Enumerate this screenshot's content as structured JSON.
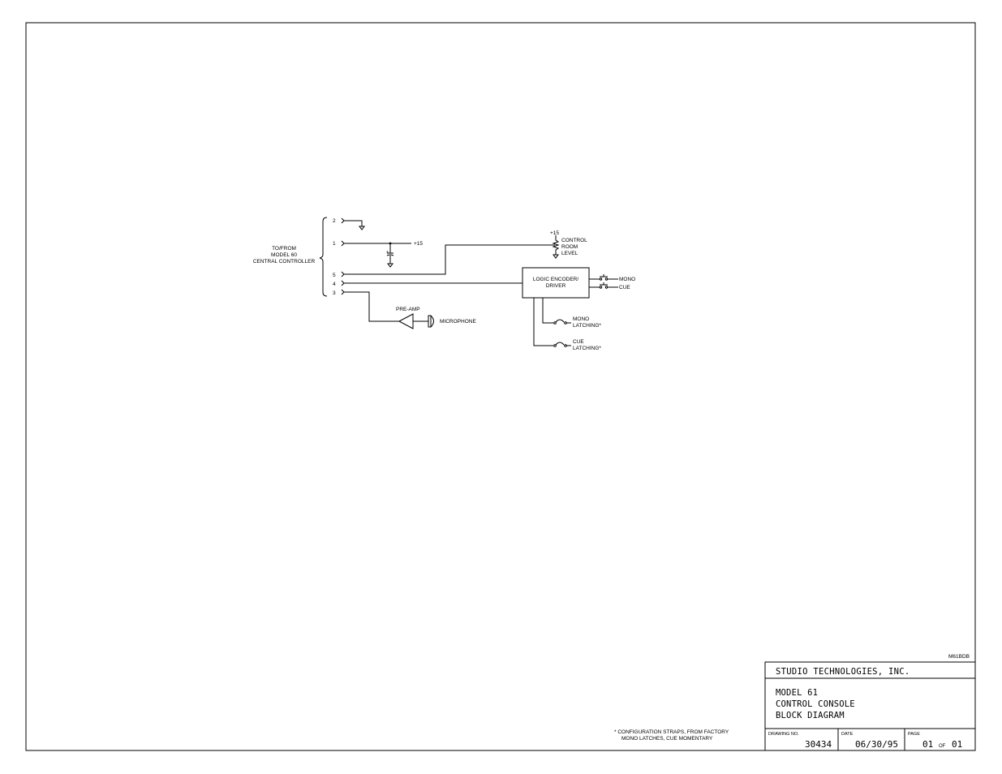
{
  "connector": {
    "label_lines": [
      "TO/FROM",
      "MODEL 60",
      "CENTRAL CONTROLLER"
    ],
    "pins": [
      "2",
      "1",
      "5",
      "4",
      "3"
    ]
  },
  "power": {
    "plus15_a": "+15",
    "plus15_b": "+15"
  },
  "control_room_level": [
    "CONTROL",
    "ROOM",
    "LEVEL"
  ],
  "logic_block": [
    "LOGIC ENCODER/",
    "DRIVER"
  ],
  "switches": {
    "mono": "MONO",
    "cue": "CUE"
  },
  "latching": {
    "mono": [
      "MONO",
      "LATCHING*"
    ],
    "cue": [
      "CUE",
      "LATCHING*"
    ]
  },
  "preamp": "PRE-AMP",
  "microphone": "MICROPHONE",
  "footnote": [
    "* CONFIGURATION STRAPS, FROM FACTORY",
    "MONO LATCHES, CUE MOMENTARY"
  ],
  "sheet_code": "M61BDB",
  "title_block": {
    "company": "STUDIO TECHNOLOGIES, INC.",
    "title_lines": [
      "MODEL 61",
      "CONTROL CONSOLE",
      "BLOCK DIAGRAM"
    ],
    "drawing_no_label": "DRAWING NO.",
    "drawing_no": "30434",
    "date_label": "DATE",
    "date": "06/30/95",
    "page_label": "PAGE",
    "page": "01",
    "of_label": "OF",
    "total_pages": "01"
  }
}
